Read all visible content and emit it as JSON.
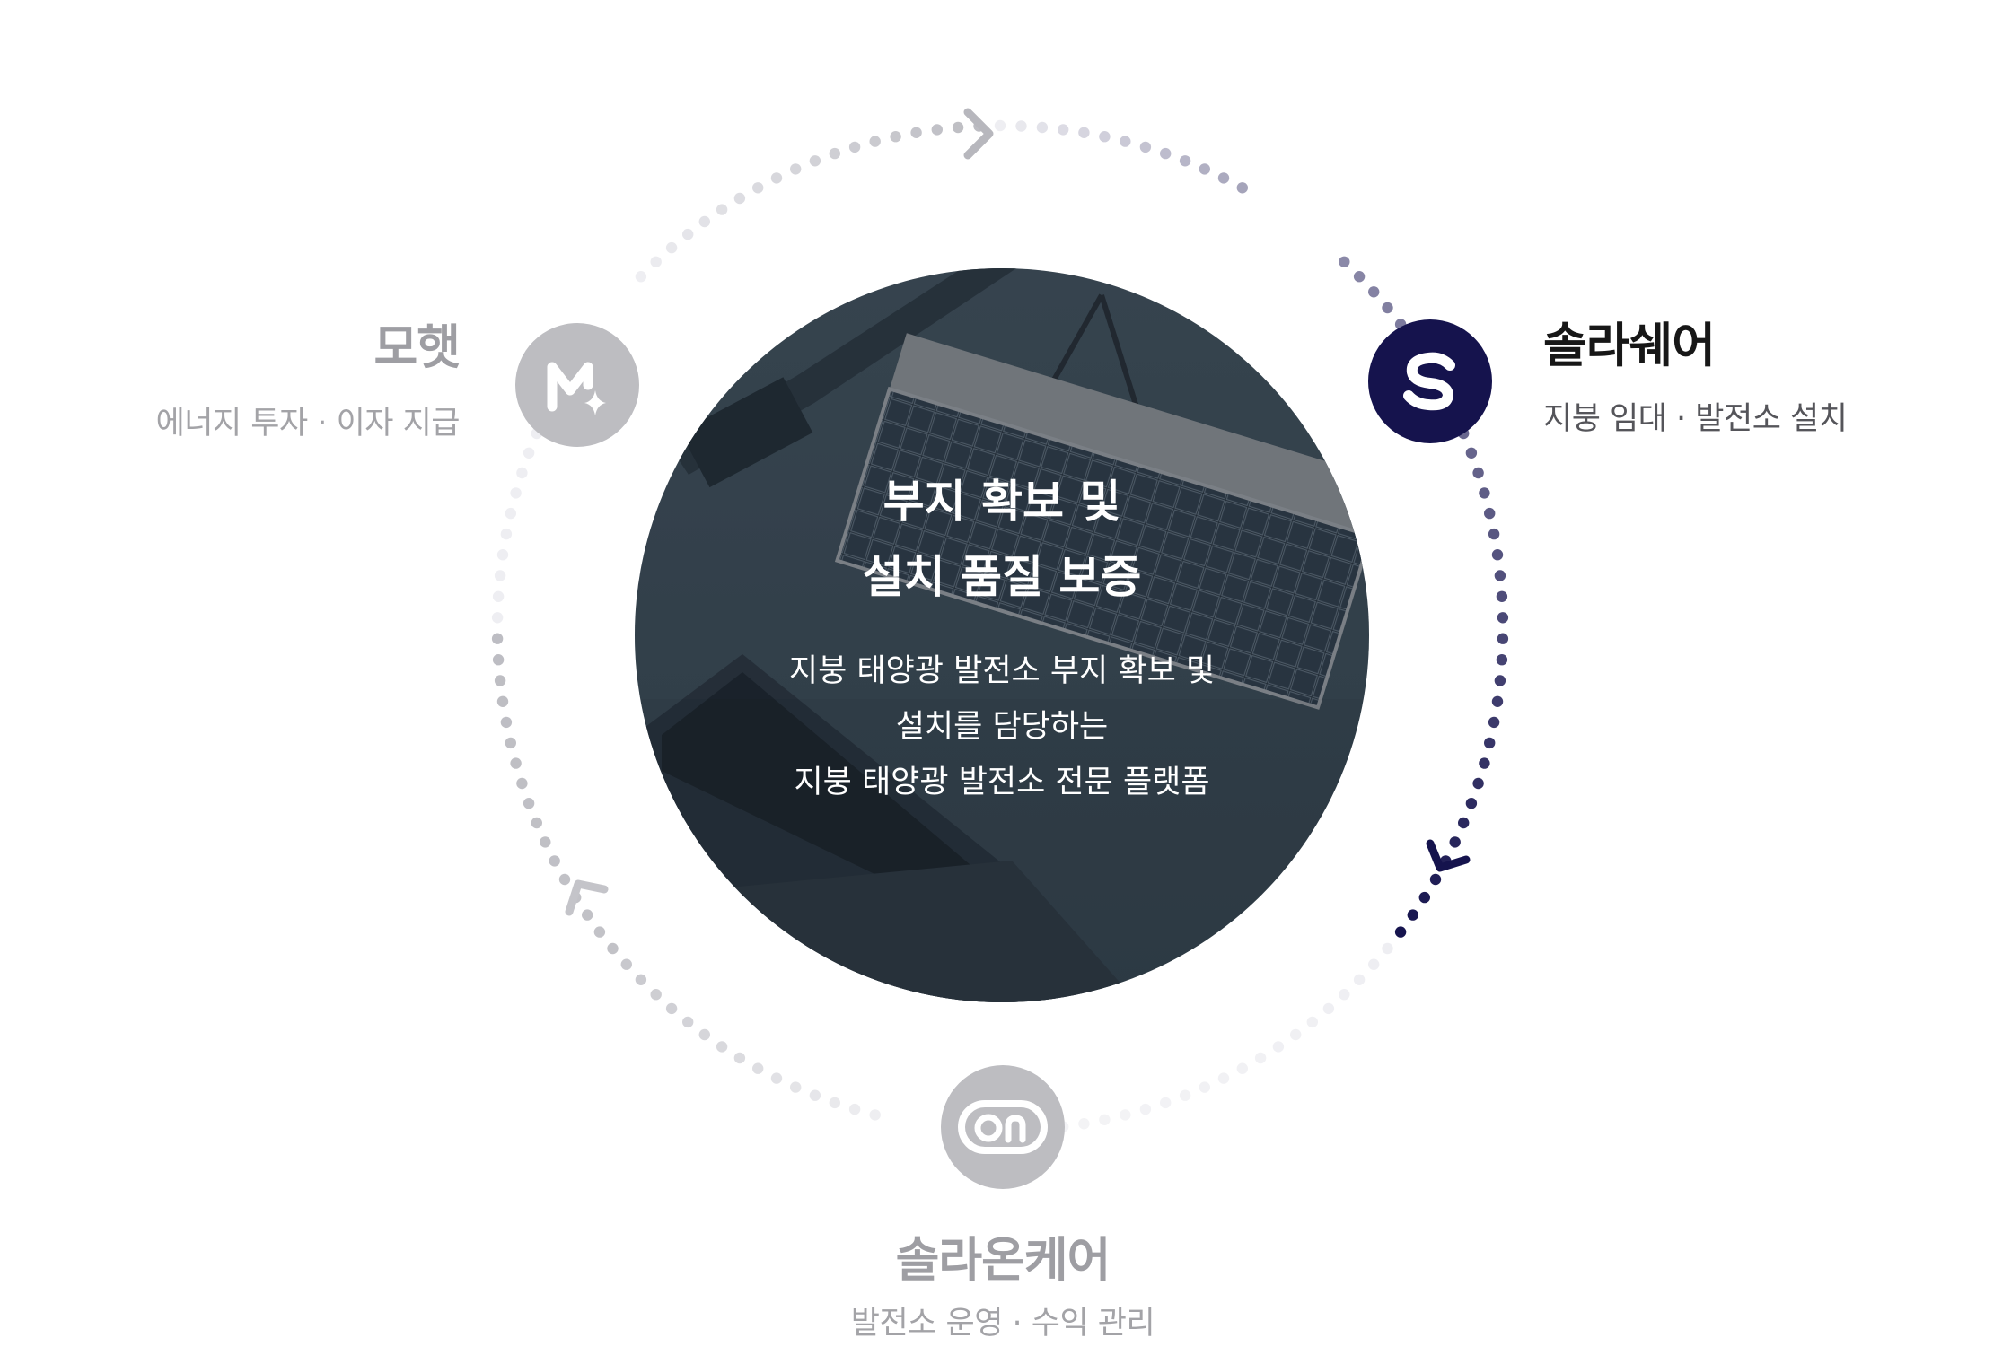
{
  "center": {
    "title_line1": "부지 확보 및",
    "title_line2": "설치 품질 보증",
    "body_line1": "지붕 태양광 발전소 부지 확보 및",
    "body_line2": "설치를 담당하는",
    "body_line3": "지붕 태양광 발전소 전문 플랫폼"
  },
  "nodes": {
    "mohaet": {
      "title": "모햇",
      "subtitle": "에너지 투자 · 이자 지급",
      "icon": "mohaet-logo-icon",
      "active": false
    },
    "solarware": {
      "title": "솔라쉐어",
      "subtitle": "지붕 임대 · 발전소 설치",
      "icon": "solarshare-logo-icon",
      "active": true
    },
    "solaroncare": {
      "title": "솔라온케어",
      "subtitle": "발전소 운영 · 수익 관리",
      "icon": "solaroncare-logo-icon",
      "active": false
    }
  },
  "colors": {
    "active": "#15134d",
    "inactive": "#bdbdc1",
    "dots_light": "#e4e4ea"
  }
}
